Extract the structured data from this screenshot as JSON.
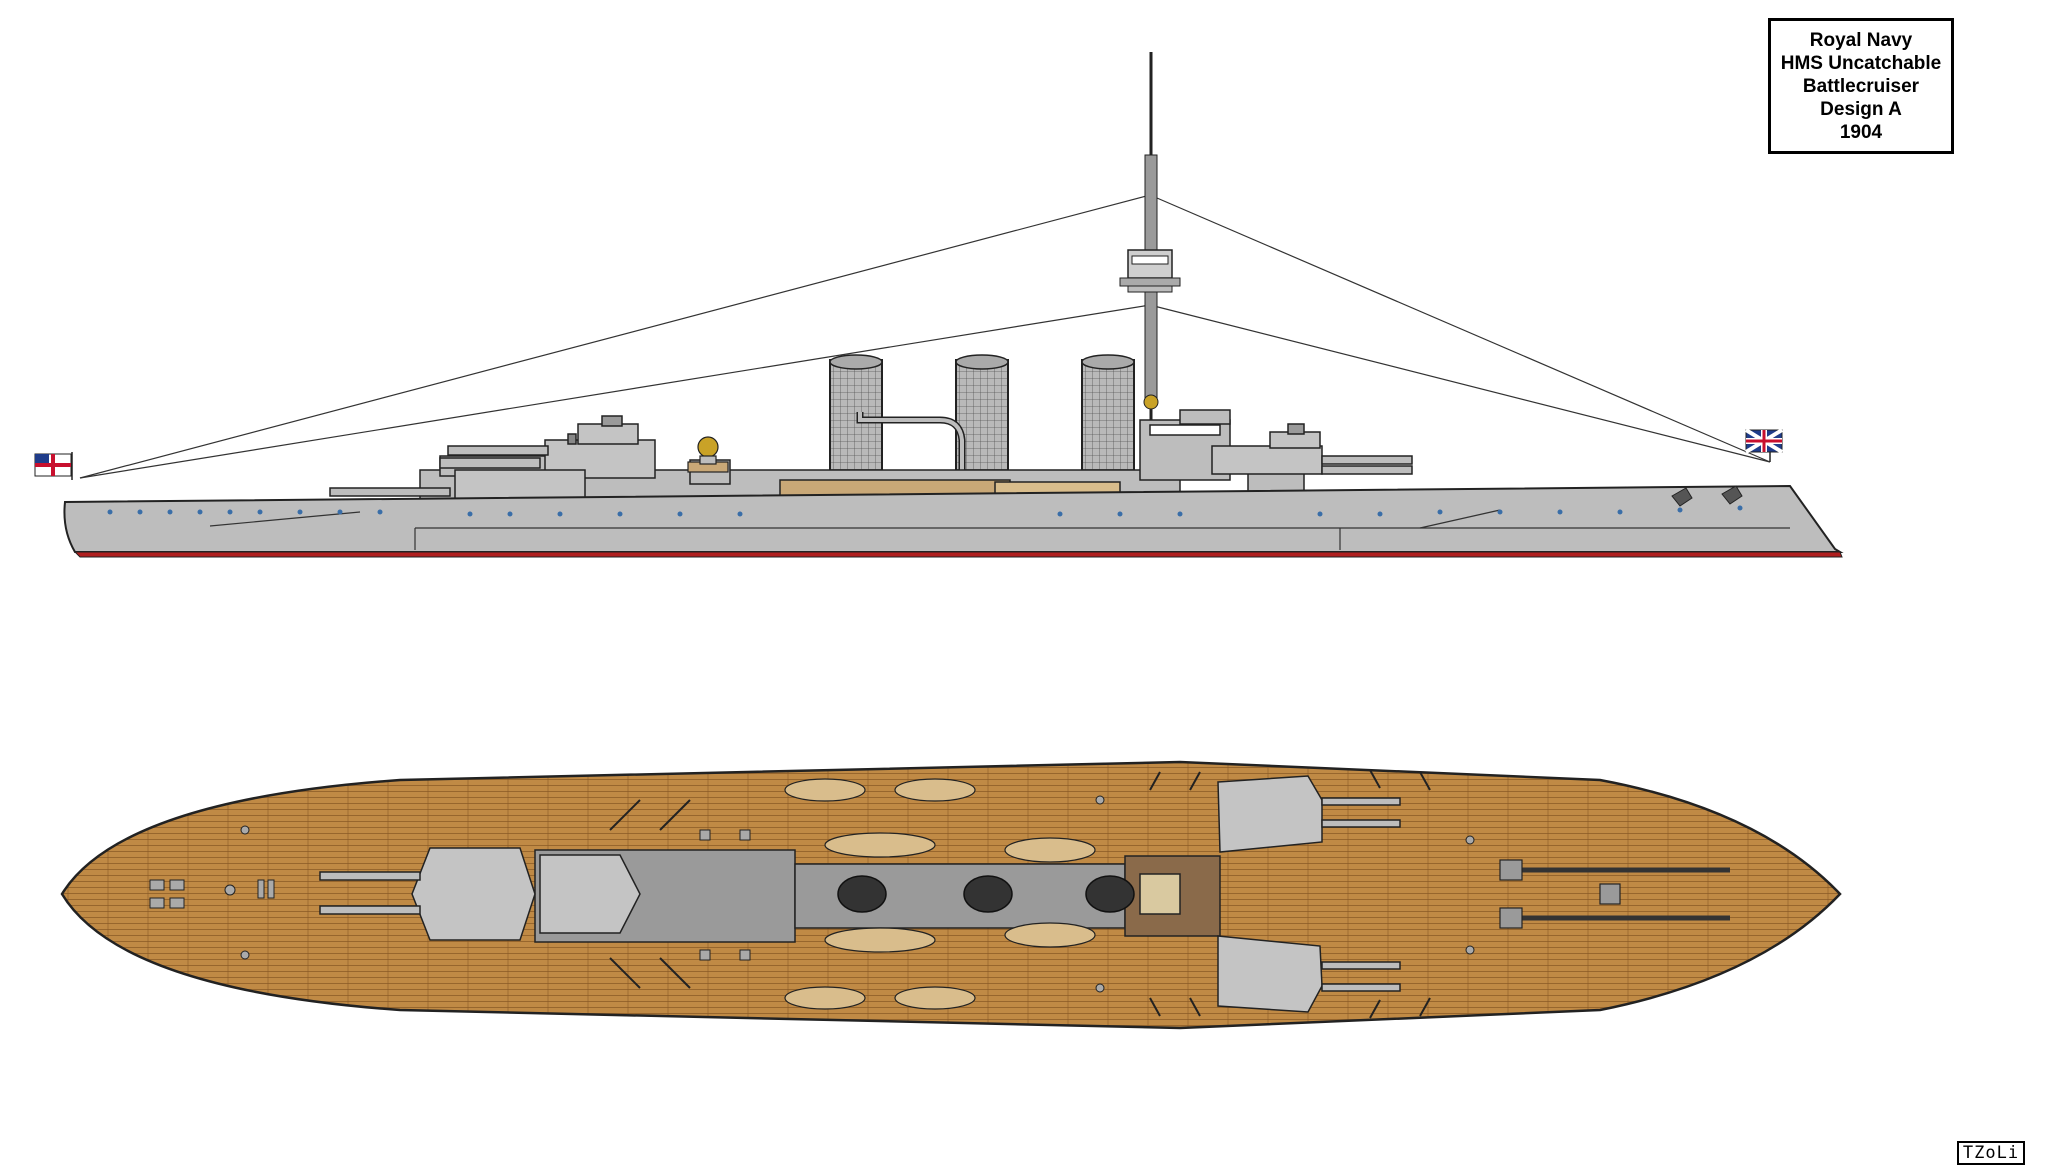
{
  "title_block": {
    "line1": "Royal Navy",
    "line2": "HMS Uncatchable",
    "line3": "Battlecruiser",
    "line4": "Design A",
    "line5": "1904"
  },
  "signature": "TZoLi",
  "colors": {
    "hull_gray": "#bdbdbd",
    "dark_gray": "#8c8c8c",
    "deck_wood": "#c08a45",
    "deck_wood_dark": "#8a5a25",
    "waterline_red": "#b01e1e",
    "porthole_blue": "#3a6ea8",
    "outline": "#222222"
  }
}
